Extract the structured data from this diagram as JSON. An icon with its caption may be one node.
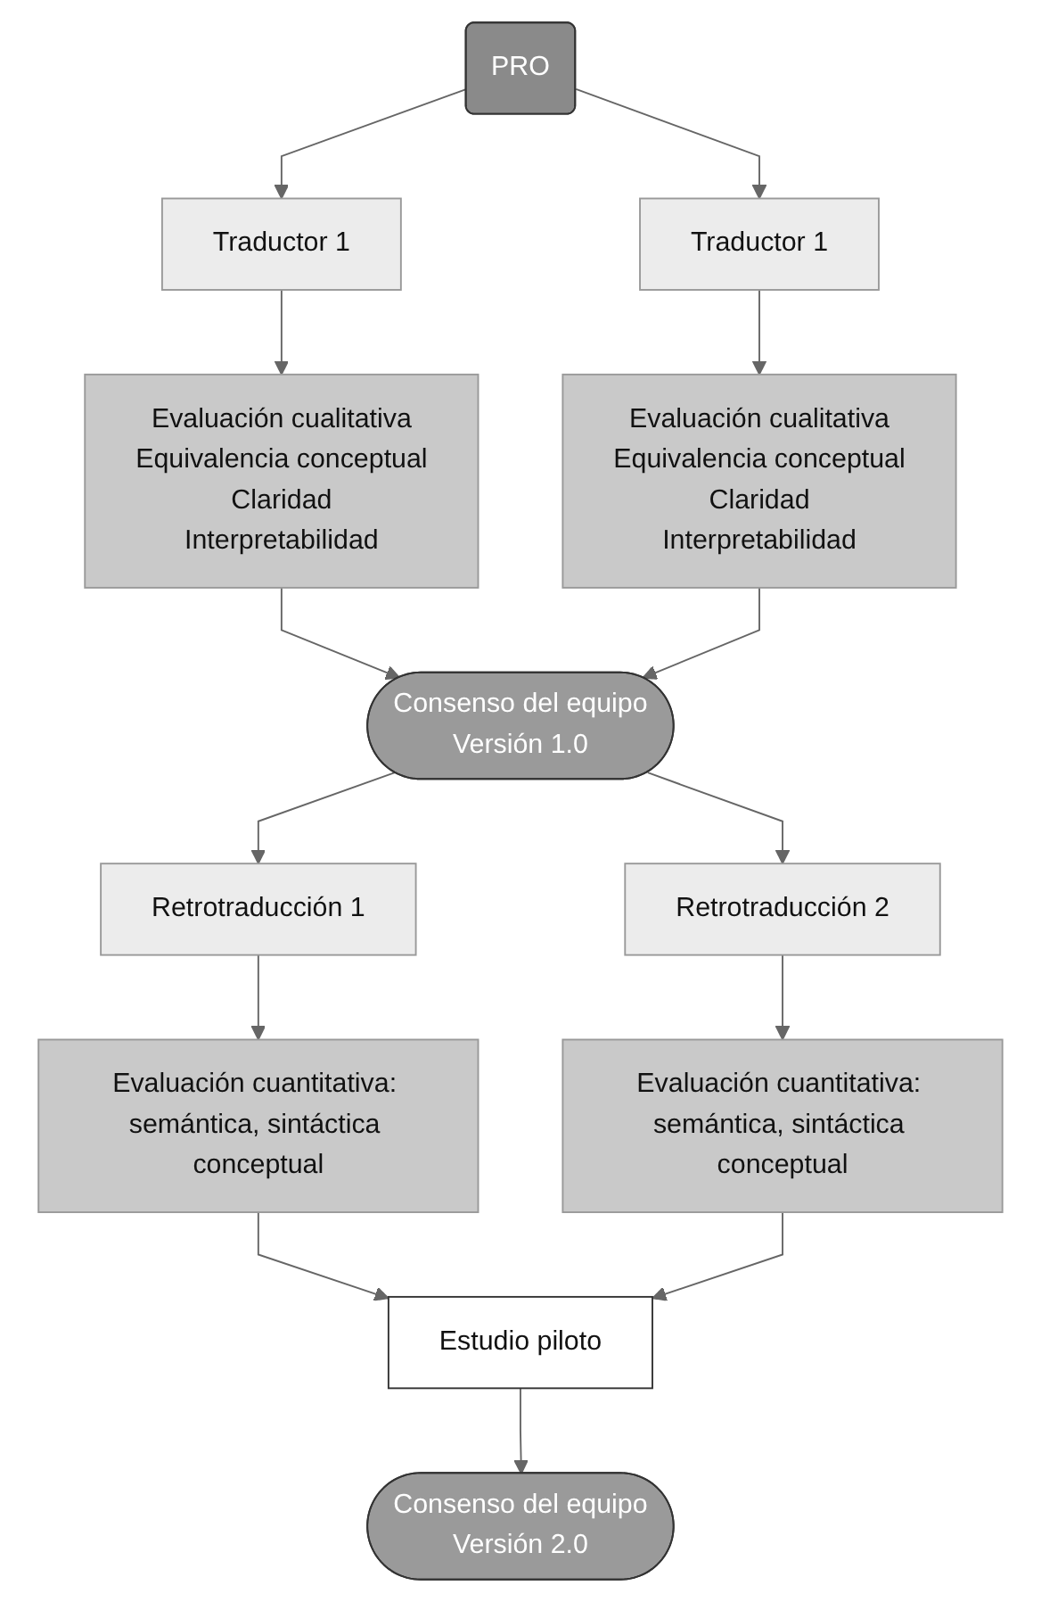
{
  "diagram": {
    "nodes": [
      {
        "text": [
          "PRO"
        ]
      },
      {
        "text": [
          "Traductor 1"
        ]
      },
      {
        "text": [
          "Traductor 1"
        ]
      },
      {
        "text": [
          "Evaluación cualitativa",
          "Equivalencia conceptual",
          "Claridad",
          "Interpretabilidad"
        ]
      },
      {
        "text": [
          "Evaluación cualitativa",
          "Equivalencia conceptual",
          "Claridad",
          "Interpretabilidad"
        ]
      },
      {
        "text": [
          "Consenso del equipo",
          "Versión 1.0"
        ]
      },
      {
        "text": [
          "Retrotraducción 1"
        ]
      },
      {
        "text": [
          "Retrotraducción 2"
        ]
      },
      {
        "text": [
          "Evaluación cuantitativa: semántica, sintáctica conceptual"
        ]
      },
      {
        "text": [
          "Evaluación cuantitativa: semántica, sintáctica conceptual"
        ]
      },
      {
        "text": [
          "Estudio piloto"
        ]
      },
      {
        "text": [
          "Consenso del equipo",
          "Versión 2.0"
        ]
      }
    ],
    "edges": [
      {
        "from": 0,
        "to": 1,
        "arrow": "to"
      },
      {
        "from": 0,
        "to": 2,
        "arrow": "to"
      },
      {
        "from": 1,
        "to": 3,
        "arrow": "to"
      },
      {
        "from": 2,
        "to": 4,
        "arrow": "to"
      },
      {
        "from": 3,
        "to": 5,
        "arrow": "to"
      },
      {
        "from": 4,
        "to": 5,
        "arrow": "to"
      },
      {
        "from": 5,
        "to": 6,
        "arrow": "to"
      },
      {
        "from": 5,
        "to": 7,
        "arrow": "to"
      },
      {
        "from": 6,
        "to": 8,
        "arrow": "to"
      },
      {
        "from": 7,
        "to": 9,
        "arrow": "to"
      },
      {
        "from": 8,
        "to": 10,
        "arrow": "to"
      },
      {
        "from": 9,
        "to": 10,
        "arrow": "to"
      },
      {
        "from": 10,
        "to": 11,
        "arrow": "to"
      }
    ]
  }
}
